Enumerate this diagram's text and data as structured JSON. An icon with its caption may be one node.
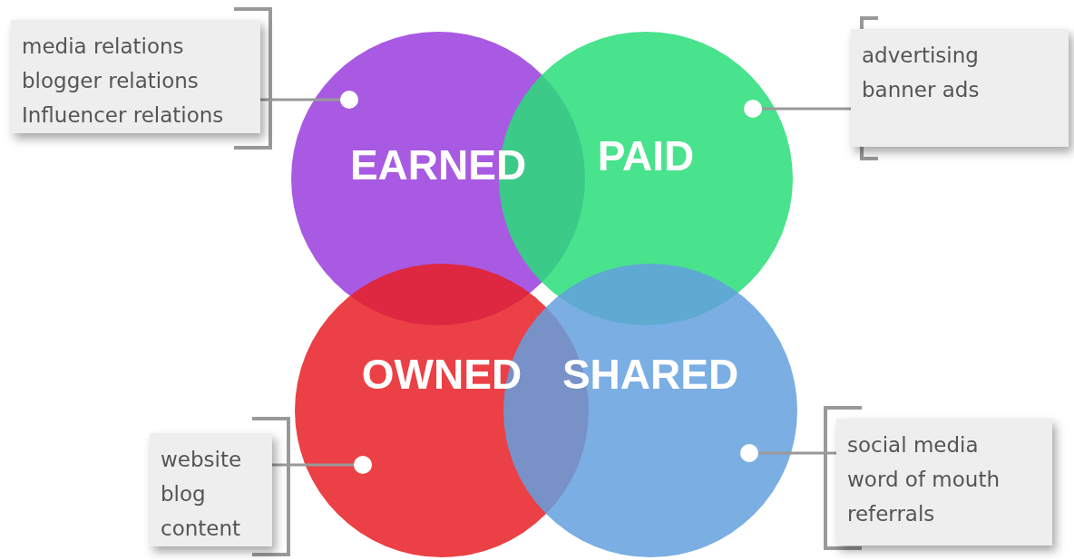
{
  "diagram": {
    "nodes": [
      {
        "text": [
          "media relations",
          "blogger relations",
          "Influencer relations"
        ]
      },
      {
        "text": [
          "EARNED"
        ]
      },
      {
        "text": [],
        "shape": "circle",
        "in": 1
      },
      {
        "text": [
          "PAID"
        ]
      },
      {
        "text": [],
        "shape": "circle",
        "in": 3
      },
      {
        "text": [
          "advertising",
          "banner ads"
        ]
      },
      {
        "text": [
          "OWNED"
        ]
      },
      {
        "text": [],
        "shape": "circle",
        "in": 6
      },
      {
        "text": [
          "SHARED"
        ]
      },
      {
        "text": [],
        "shape": "circle",
        "in": 8
      },
      {
        "text": [
          "website",
          "blog",
          "content"
        ]
      },
      {
        "text": [
          "social media",
          "word of mouth",
          "referrals"
        ]
      }
    ],
    "edges": [
      {
        "from": 0,
        "to": 2,
        "arrow": "none"
      },
      {
        "from": 5,
        "to": 4,
        "arrow": "none"
      },
      {
        "from": 10,
        "to": 7,
        "arrow": "none"
      },
      {
        "from": 11,
        "to": 9,
        "arrow": "none"
      }
    ]
  }
}
